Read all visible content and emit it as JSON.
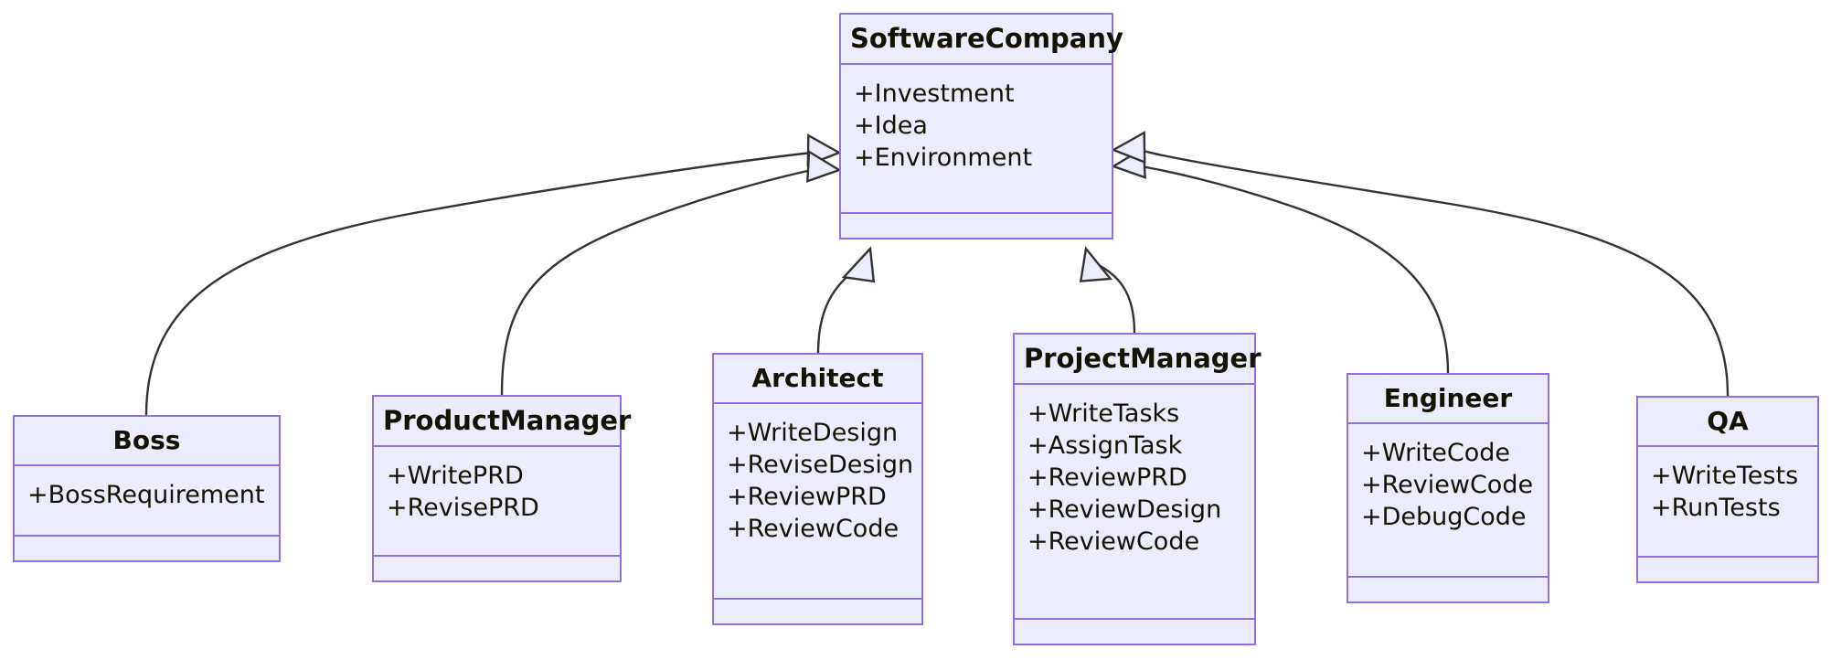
{
  "diagram": {
    "type": "uml-class-diagram",
    "title": "",
    "relationship_type": "inheritance",
    "colors": {
      "node_fill": "#ECECFF",
      "node_border": "#9370DB",
      "edge_stroke": "#333333",
      "text": "#131300",
      "background": "#FFFFFF"
    }
  },
  "classes": [
    {
      "id": "softwarecompany",
      "name": "SoftwareCompany",
      "attributes": [
        "+Investment",
        "+Idea",
        "+Environment"
      ],
      "methods": []
    },
    {
      "id": "boss",
      "name": "Boss",
      "attributes": [
        "+BossRequirement"
      ],
      "methods": []
    },
    {
      "id": "productmanager",
      "name": "ProductManager",
      "attributes": [
        "+WritePRD",
        "+RevisePRD"
      ],
      "methods": []
    },
    {
      "id": "architect",
      "name": "Architect",
      "attributes": [
        "+WriteDesign",
        "+ReviseDesign",
        "+ReviewPRD",
        "+ReviewCode"
      ],
      "methods": []
    },
    {
      "id": "projectmanager",
      "name": "ProjectManager",
      "attributes": [
        "+WriteTasks",
        "+AssignTask",
        "+ReviewPRD",
        "+ReviewDesign",
        "+ReviewCode"
      ],
      "methods": []
    },
    {
      "id": "engineer",
      "name": "Engineer",
      "attributes": [
        "+WriteCode",
        "+ReviewCode",
        "+DebugCode"
      ],
      "methods": []
    },
    {
      "id": "qa",
      "name": "QA",
      "attributes": [
        "+WriteTests",
        "+RunTests"
      ],
      "methods": []
    }
  ],
  "relations": [
    {
      "from": "boss",
      "to": "softwarecompany",
      "kind": "generalization"
    },
    {
      "from": "productmanager",
      "to": "softwarecompany",
      "kind": "generalization"
    },
    {
      "from": "architect",
      "to": "softwarecompany",
      "kind": "generalization"
    },
    {
      "from": "projectmanager",
      "to": "softwarecompany",
      "kind": "generalization"
    },
    {
      "from": "engineer",
      "to": "softwarecompany",
      "kind": "generalization"
    },
    {
      "from": "qa",
      "to": "softwarecompany",
      "kind": "generalization"
    }
  ]
}
